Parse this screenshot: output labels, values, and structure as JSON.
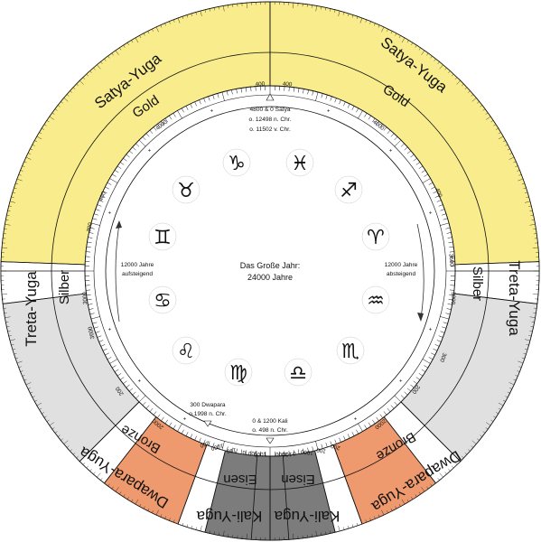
{
  "colors": {
    "satya": "#f8ec8c",
    "treta": "#e0e0e0",
    "dwapara": "#ee9a6e",
    "kali": "#7c7c7c",
    "stroke": "#111111",
    "white": "#ffffff"
  },
  "yugas": {
    "satya": {
      "outer_label": "Satya-Yuga",
      "inner_label": "Gold"
    },
    "treta": {
      "outer_label": "Treta-Yuga",
      "inner_label": "Silber"
    },
    "dwapara": {
      "outer_label": "Dwapara-Yuga",
      "inner_label": "Bronze"
    },
    "kali": {
      "outer_label": "Kali-Yuga",
      "inner_label": "Eisen"
    }
  },
  "center": {
    "line1": "Das Große Jahr:",
    "line2": "24000 Jahre"
  },
  "left_note": {
    "line1": "12000 Jahre",
    "line2": "aufsteigend"
  },
  "right_note": {
    "line1": "12000 Jahre",
    "line2": "absteigend"
  },
  "top_marker": {
    "line1": "4800 & 0 Satya",
    "line2": "o. 12498 n. Chr.",
    "line3": "o. 11502 v. Chr."
  },
  "bottom_left_marker": {
    "line1": "300 Dwapara",
    "line2": "o.1998 n. Chr."
  },
  "bottom_marker": {
    "line1": "0 & 1200 Kali",
    "line2": "o. 498 n. Chr."
  },
  "scale_labels": {
    "top_left": "400",
    "top_right": "400",
    "satya_left": "4000",
    "satya_right": "4000",
    "left_400": "400",
    "left_300": "300",
    "left_3000": "3000",
    "left_3600": "3600",
    "left_2000": "2000",
    "left_200": "200",
    "right_400": "400",
    "right_3600": "3600",
    "right_3000": "3000",
    "right_300": "300",
    "right_2000": "2000",
    "right_200": "200",
    "bottom_left": [
      "200",
      "1000",
      "100",
      "0",
      "100",
      "1000",
      "200"
    ],
    "bottom_right": [
      "200",
      "100",
      "1000",
      "0",
      "1000",
      "100",
      "200"
    ]
  },
  "zodiac": [
    "capricorn-icon",
    "pisces-icon",
    "sagittarius-icon",
    "aries-icon",
    "taurus-icon",
    "gemini-icon",
    "cancer-icon",
    "leo-icon",
    "virgo-icon",
    "libra-icon",
    "scorpio-icon",
    "aquarius-icon"
  ]
}
